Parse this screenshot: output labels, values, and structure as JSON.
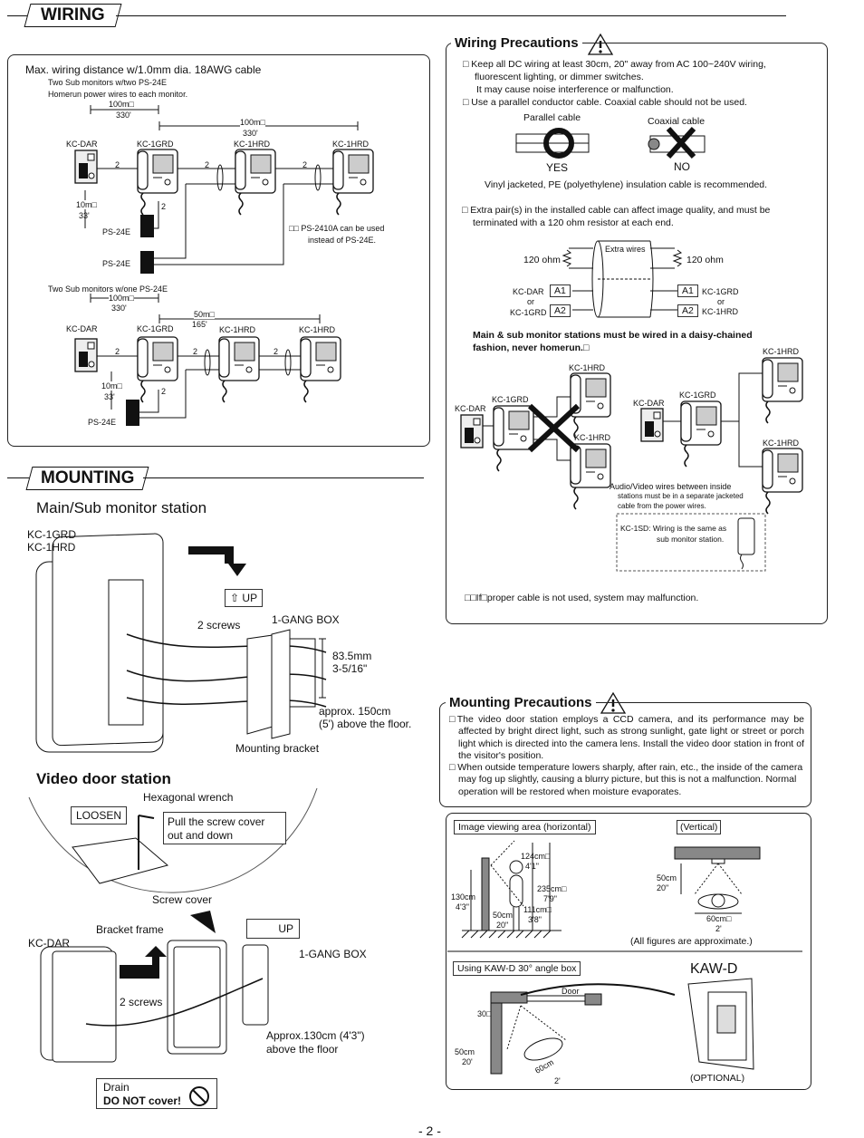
{
  "wiring": {
    "section_title": "WIRING",
    "max_distance_title": "Max. wiring distance w/1.0mm dia.  18AWG cable",
    "config1_title": "Two Sub monitors w/two PS-24E",
    "config1_sub": "Homerun power wires to each monitor.",
    "dim_100m": "100m□",
    "dim_330": "330'",
    "dim_10m": "10m□",
    "dim_33": "33'",
    "dim_50m": "50m□",
    "dim_165": "165'",
    "wire_count": "2",
    "kc_dar": "KC-DAR",
    "kc_1grd": "KC-1GRD",
    "kc_1hrd": "KC-1HRD",
    "ps24e": "PS-24E",
    "ps2410a_note_1": "□□ PS-2410A can be used",
    "ps2410a_note_2": "instead of PS-24E.",
    "config2_title": "Two Sub monitors w/one PS-24E"
  },
  "wiring_precautions": {
    "title": "Wiring Precautions",
    "item1_line1": "□  Keep all DC wiring at least 30cm, 20\" away from AC 100~240V wiring,",
    "item1_line2": "fluorescent lighting, or dimmer switches.",
    "item1_line3": "It may cause noise interference or malfunction.",
    "item2": "□  Use a parallel conductor cable. Coaxial cable should not be used.",
    "parallel_cable": "Parallel cable",
    "coaxial_cable": "Coaxial cable",
    "yes": "YES",
    "no": "NO",
    "vinyl_note": "Vinyl jacketed, PE (polyethylene) insulation cable is recommended.",
    "item3_line1": "□  Extra pair(s) in the installed cable can affect image quality, and must be",
    "item3_line2": "terminated with a 120 ohm resistor at each end.",
    "extra_wires": "Extra wires",
    "ohm_120": "120 ohm",
    "a1": "A1",
    "a2": "A2",
    "or": "or",
    "kc_dar": "KC-DAR",
    "kc_1grd": "KC-1GRD",
    "kc_1hrd": "KC-1HRD",
    "daisy_line1": "Main & sub monitor stations must be wired in a daisy-chained",
    "daisy_line2": "fashion, never homerun.□",
    "av_note_1": "Audio/Video    wires    between    inside",
    "av_note_2": "stations must be in a separate jacketed",
    "av_note_3": "cable from the power wires.",
    "kc1sd_note_1": "KC-1SD: Wiring is the same as",
    "kc1sd_note_2": "sub monitor  station.",
    "improper_note": "□□If□proper cable is not used, system may malfunction."
  },
  "mounting": {
    "section_title": "MOUNTING",
    "main_sub_title": "Main/Sub monitor station",
    "model1": "KC-1GRD",
    "model2": "KC-1HRD",
    "up": "UP",
    "two_screws": "2 screws",
    "gang_box": "1-GANG BOX",
    "dim_mm": "83.5mm",
    "dim_in": "3-5/16\"",
    "height1": "approx. 150cm",
    "height2": "(5') above the floor.",
    "mounting_bracket": "Mounting bracket",
    "video_door_title": "Video door station",
    "hex_wrench": "Hexagonal wrench",
    "loosen": "LOOSEN",
    "pull_cover_1": "Pull  the  screw  cover",
    "pull_cover_2": "out and down",
    "screw_cover": "Screw cover",
    "bracket_frame": "Bracket frame",
    "kc_dar": "KC-DAR",
    "approx130_1": "Approx.130cm (4'3\")",
    "approx130_2": "above the floor",
    "drain": "Drain",
    "do_not_cover": "DO NOT cover!"
  },
  "mounting_precautions": {
    "title": "Mounting Precautions",
    "item1": "□The video door station employs a CCD camera, and its performance may be affected by bright direct light, such as strong sunlight, gate light or street or porch light which is directed into the camera lens. Install the video door station in front of the visitor's position.",
    "item2": "□ When outside temperature lowers sharply, after rain, etc., the inside of the camera may fog up slightly, causing a blurry picture, but this is not a malfunction. Normal operation will be restored when moisture evaporates."
  },
  "viewing": {
    "horizontal_label": "Image viewing area (horizontal)",
    "vertical_label": "(Vertical)",
    "h124": "124cm□",
    "h124_in": "4'1\"",
    "h235": "235cm□",
    "h235_in": "7'9\"",
    "h111": "111cm□",
    "h111_in": "3'8\"",
    "h130": "130cm",
    "h130_in": "4'3\"",
    "d50": "50cm",
    "d50_in": "20\"",
    "w60": "60cm□",
    "w60_in": "2'",
    "approx_note": "(All figures are approximate.)",
    "kawd_label": "Using KAW-D 30° angle box",
    "door": "Door",
    "angle30": "30□",
    "kawd_d50": "50cm",
    "kawd_d50_in": "20'",
    "kawd_w60": "60cm",
    "kawd_w60_in": "2'",
    "kawd_title": "KAW-D",
    "optional": "(OPTIONAL)"
  },
  "page_number": "- 2 -"
}
